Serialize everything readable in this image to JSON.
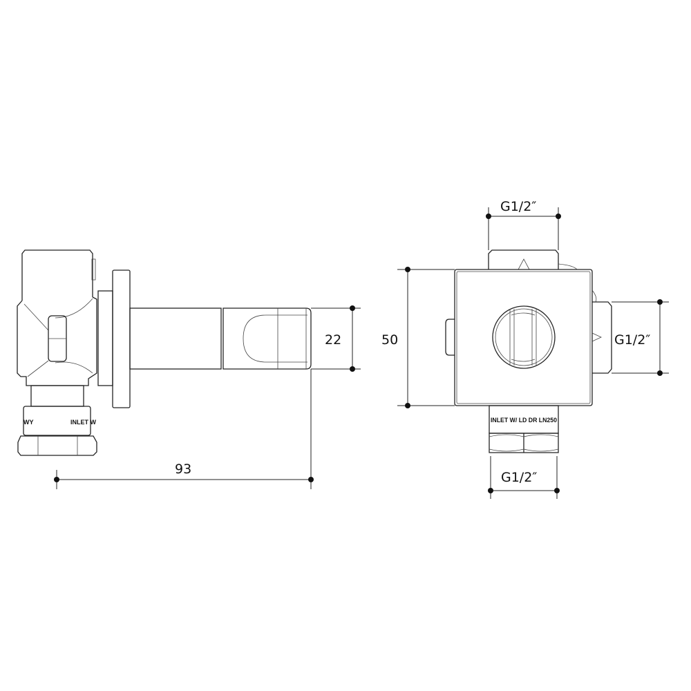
{
  "side_view": {
    "dimensions": {
      "outlet_height": "22",
      "projection": "93"
    },
    "engravings": {
      "left": "WY",
      "right": "INLET W"
    }
  },
  "front_view": {
    "dimensions": {
      "top_thread": "G1/2″",
      "height": "50",
      "right_thread": "G1/2″",
      "bottom_thread": "G1/2″"
    },
    "engraving": "INLET W/ LD DR LN250"
  }
}
